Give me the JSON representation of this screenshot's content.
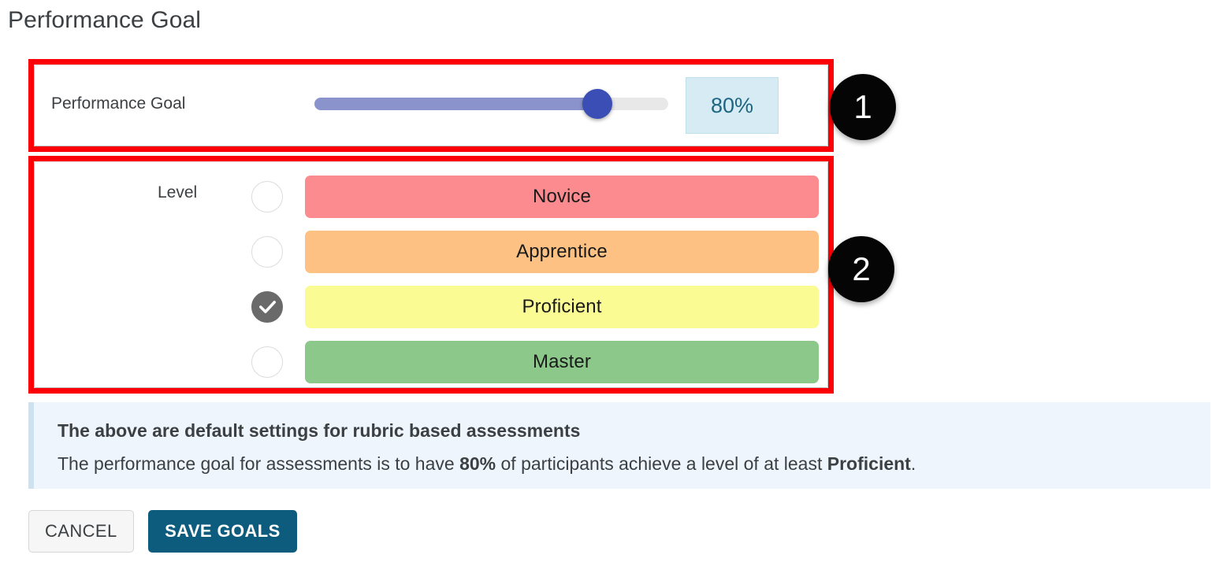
{
  "page": {
    "title": "Performance Goal"
  },
  "goal_card": {
    "label": "Performance Goal",
    "slider": {
      "value": 80,
      "min": 0,
      "max": 100,
      "fill_color": "#8b93cd",
      "track_color": "#e8e8e8",
      "thumb_color": "#3b4eb5"
    },
    "percent_display": "80%"
  },
  "level_card": {
    "label": "Level",
    "selected_index": 2,
    "levels": [
      {
        "label": "Novice",
        "color": "#fb8b8f",
        "checked": false
      },
      {
        "label": "Apprentice",
        "color": "#fcc183",
        "checked": false
      },
      {
        "label": "Proficient",
        "color": "#fbfb94",
        "checked": true
      },
      {
        "label": "Master",
        "color": "#8cc88a",
        "checked": false
      }
    ]
  },
  "callouts": [
    {
      "number": "1"
    },
    {
      "number": "2"
    }
  ],
  "info": {
    "heading": "The above are default settings for rubric based assessments",
    "body_prefix": "The performance goal for assessments is to have ",
    "body_percent": "80%",
    "body_middle": " of participants achieve a level of at least ",
    "body_level": "Proficient",
    "body_suffix": "."
  },
  "actions": {
    "cancel_label": "CANCEL",
    "save_label": "SAVE GOALS"
  }
}
